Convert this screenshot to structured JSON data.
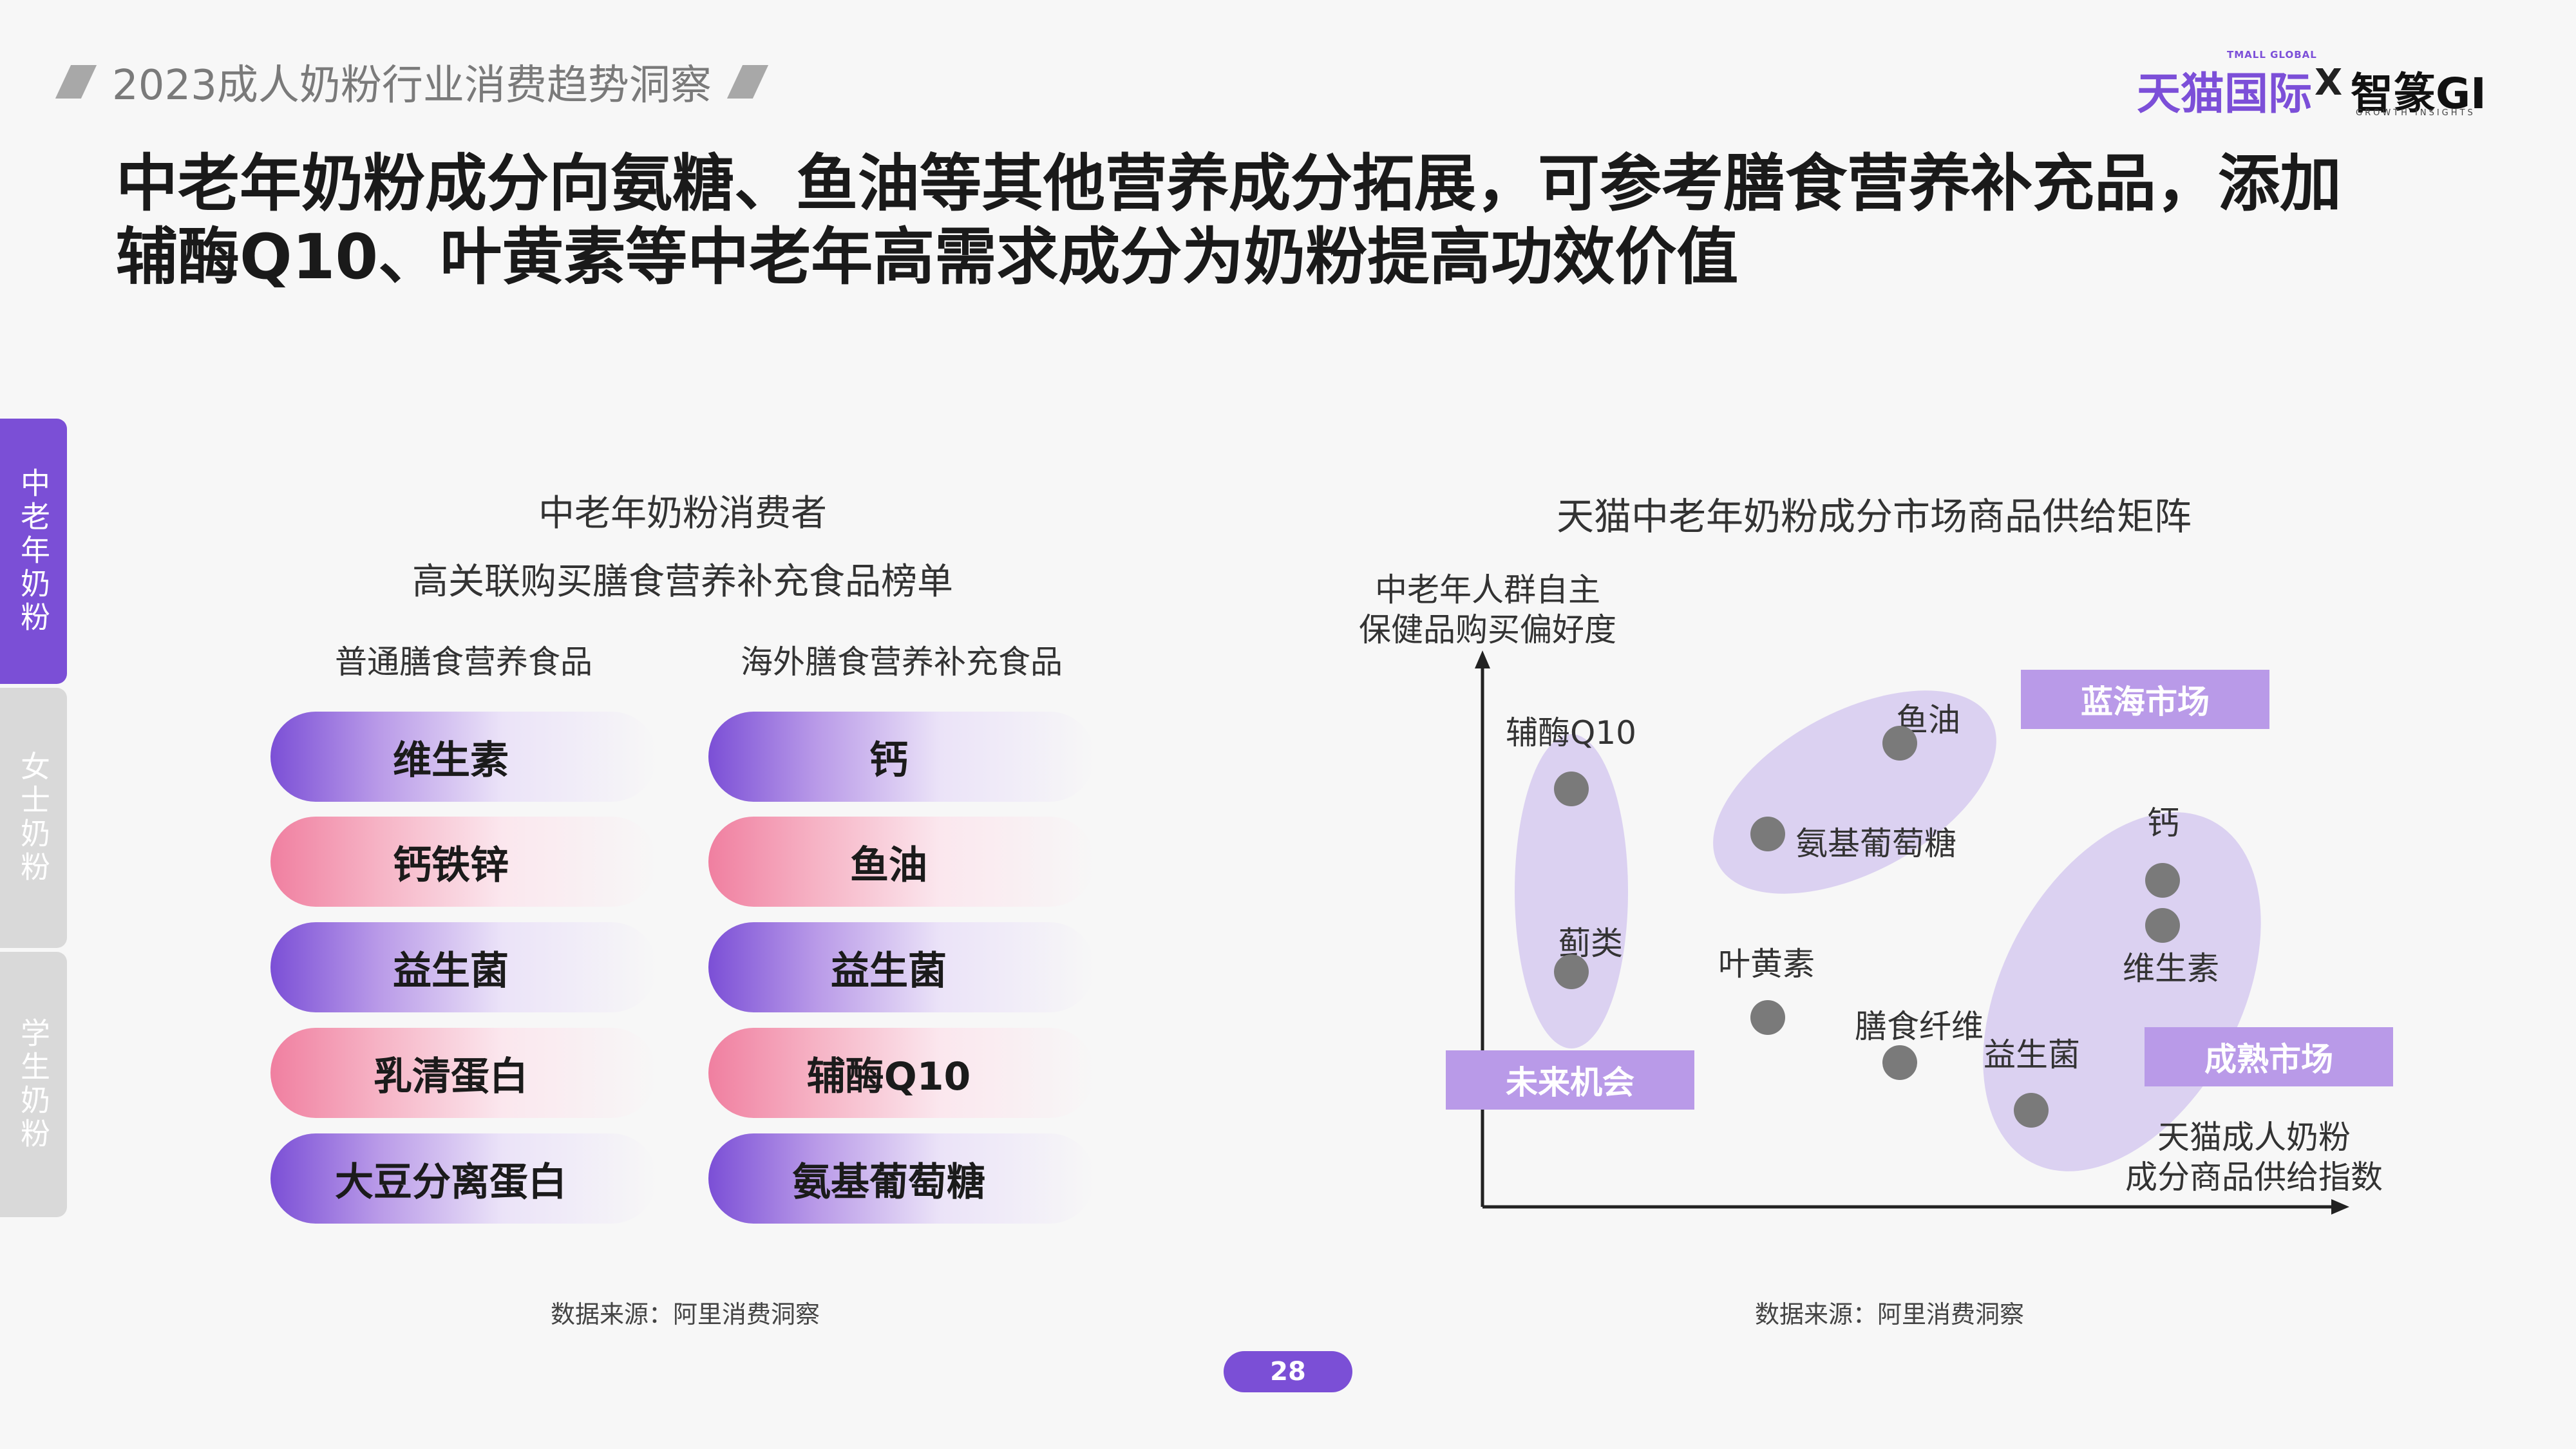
{
  "header": {
    "report_title": "2023成人奶粉行业消费趋势洞察",
    "brand_tmall_small": "TMALL GLOBAL",
    "brand_tmall": "天猫国际",
    "brand_x": "X",
    "brand_gi": "智篆GI",
    "brand_gi_sub": "GROWTH  INSIGHTS"
  },
  "headline": {
    "line1": "中老年奶粉成分向氨糖、鱼油等其他营养成分拓展，可参考膳食营养补充品，添加",
    "line2": "辅酶Q10、叶黄素等中老年高需求成分为奶粉提高功效价值"
  },
  "side_tabs": [
    {
      "label": "中老年奶粉",
      "active": true
    },
    {
      "label": "女士奶粉",
      "active": false
    },
    {
      "label": "学生奶粉",
      "active": false
    }
  ],
  "left_panel": {
    "title_line1": "中老年奶粉消费者",
    "title_line2": "高关联购买膳食营养补充食品榜单",
    "col1_header": "普通膳食营养食品",
    "col2_header": "海外膳食营养补充食品",
    "col1_items": [
      "维生素",
      "钙铁锌",
      "益生菌",
      "乳清蛋白",
      "大豆分离蛋白"
    ],
    "col2_items": [
      "钙",
      "鱼油",
      "益生菌",
      "辅酶Q10",
      "氨基葡萄糖"
    ],
    "source": "数据来源：阿里消费洞察"
  },
  "right_panel": {
    "title": "天猫中老年奶粉成分市场商品供给矩阵",
    "y_axis_line1": "中老年人群自主",
    "y_axis_line2": "保健品购买偏好度",
    "x_axis_line1": "天猫成人奶粉",
    "x_axis_line2": "成分商品供给指数",
    "quadrants": {
      "blue_ocean": "蓝海市场",
      "future": "未来机会",
      "mature": "成熟市场"
    },
    "points": [
      "辅酶Q10",
      "鱼油",
      "氨基葡萄糖",
      "钙",
      "蓟类",
      "维生素",
      "叶黄素",
      "膳食纤维",
      "益生菌"
    ],
    "source": "数据来源：阿里消费洞察"
  },
  "page_number": "28",
  "colors": {
    "accent_purple": "#7b4fd6",
    "pill_pink": "#f07fa0",
    "quadrant_box": "#b99ae8",
    "ellipse": "#c4b3ec"
  }
}
